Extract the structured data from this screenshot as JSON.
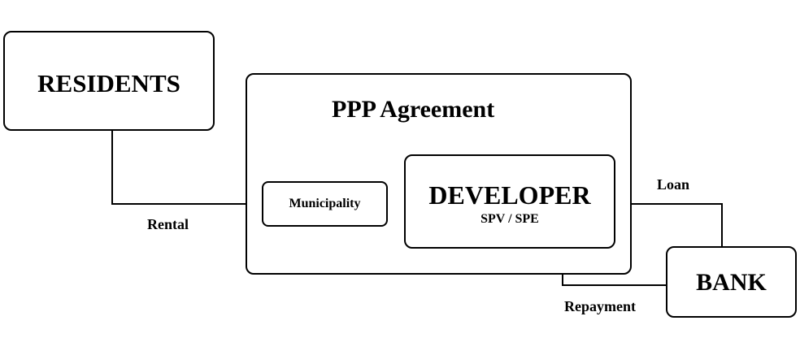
{
  "nodes": {
    "residents": "RESIDENTS",
    "ppp_agreement": "PPP Agreement",
    "municipality": "Municipality",
    "developer": "DEVELOPER",
    "developer_sub": "SPV / SPE",
    "bank": "BANK"
  },
  "edges": {
    "rental": "Rental",
    "loan": "Loan",
    "repayment": "Repayment"
  }
}
